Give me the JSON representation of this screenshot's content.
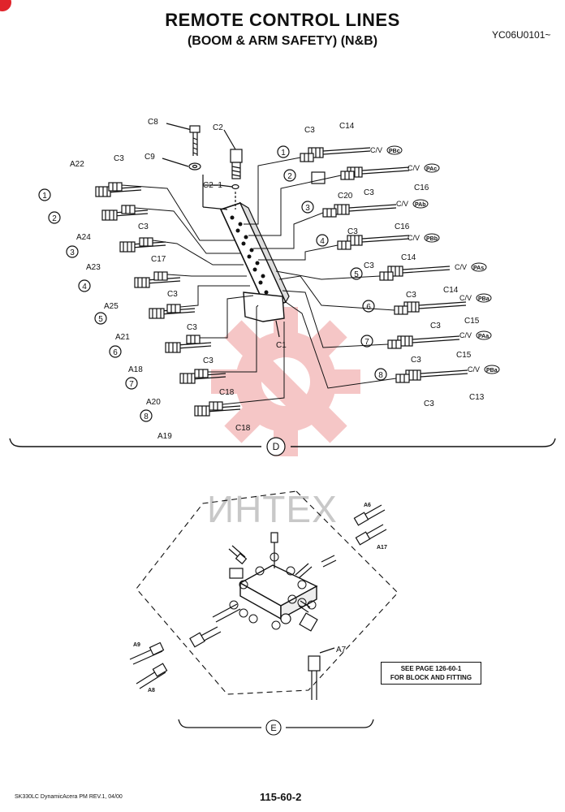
{
  "header": {
    "title": "REMOTE CONTROL LINES",
    "subtitle": "(BOOM & ARM SAFETY) (N&B)",
    "code": "YC06U0101~"
  },
  "footer": {
    "left": "SK330LC DynamicAcera PM REV.1, 04/00",
    "page": "115-60-2"
  },
  "watermark": "ИНТЕХ",
  "views": {
    "d": "D",
    "e": "E"
  },
  "note": {
    "line1": "SEE PAGE 126-60-1",
    "line2": "FOR BLOCK AND FITTING"
  },
  "colors": {
    "watermark_logo": "#f2b4b4",
    "accent": "#e0242b"
  },
  "labels": {
    "c8": "C8",
    "c9": "C9",
    "c2": "C2",
    "c2_1": "C2–1",
    "c1": "C1",
    "a22": "A22",
    "a24": "A24",
    "a23": "A23",
    "a25": "A25",
    "a21": "A21",
    "a18": "A18",
    "a20": "A20",
    "a19": "A19",
    "l_c3_1": "C3",
    "l_c3_2": "C3",
    "l_c17": "C17",
    "l_c3_3": "C3",
    "l_c3_4": "C3",
    "l_c3_5": "C3",
    "l_c18_1": "C18",
    "l_c18_2": "C18",
    "r_c3_1": "C3",
    "r_c14_1": "C14",
    "r_c20": "C20",
    "r_c3_2": "C3",
    "r_c16_1": "C16",
    "r_c3_3": "C3",
    "r_c16_2": "C16",
    "r_c3_4": "C3",
    "r_c14_2": "C14",
    "r_c3_5": "C3",
    "r_c14_3": "C14",
    "r_c3_6": "C3",
    "r_c15_1": "C15",
    "r_c3_7": "C3",
    "r_c15_2": "C15",
    "r_c3_8": "C3",
    "r_c13": "C13",
    "cv_pbc": "C/V",
    "cv_pac": "C/V",
    "cv_pab": "C/V",
    "cv_pbb": "C/V",
    "cv_pas": "C/V",
    "cv_pba": "C/V",
    "cv_paa": "C/V",
    "cv_pba2": "C/V",
    "p_pbc": "PBc",
    "p_pac": "PAc",
    "p_pab": "PAb",
    "p_pbb": "PBb",
    "p_pas": "PAs",
    "p_pba": "PBa",
    "p_paa": "PAa",
    "p_pba2": "PBa",
    "n1": "1",
    "n2": "2",
    "n3": "3",
    "n4": "4",
    "n5": "5",
    "n6": "6",
    "n7": "7",
    "n8": "8",
    "m1": "1",
    "m2": "2",
    "m3": "3",
    "m4": "4",
    "m5": "5",
    "m6": "6",
    "m7": "7",
    "m8": "8",
    "e_a6": "A6",
    "e_a17": "A17",
    "e_a9": "A9",
    "e_a8": "A8",
    "e_a7": "A7"
  }
}
